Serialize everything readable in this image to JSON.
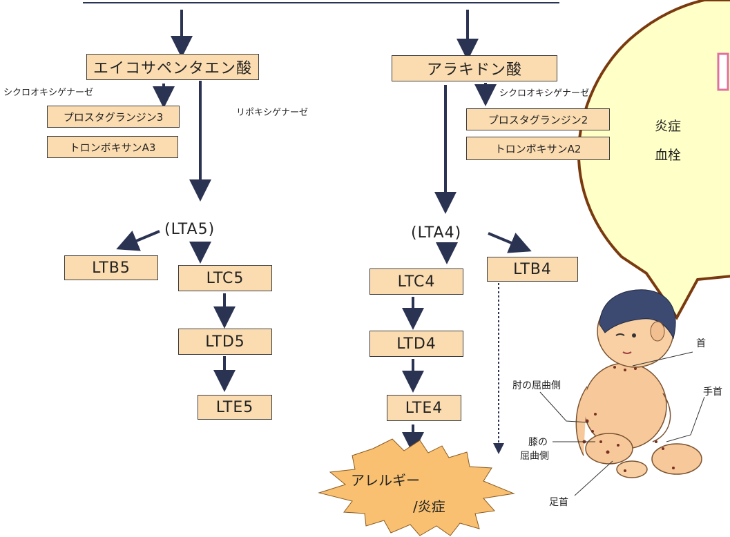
{
  "boxes": {
    "epa": "エイコサペンタエン酸",
    "aa": "アラキドン酸",
    "pg3": "プロスタグランジン3",
    "tx3": "トロンボキサンA3",
    "pg2": "プロスタグランジン2",
    "tx2": "トロンボキサンA2",
    "ltb5": "LTB5",
    "ltc5": "LTC5",
    "ltd5": "LTD5",
    "lte5": "LTE5",
    "ltc4": "LTC4",
    "ltd4": "LTD4",
    "lte4": "LTE4",
    "ltb4": "LTB4"
  },
  "labels": {
    "cox_left": "シクロオキシゲナーゼ",
    "cox_right": "シクロオキシゲナーゼ",
    "lipox": "リポキシゲナーゼ",
    "lta5": "(LTA5)",
    "lta4": "(LTA4)"
  },
  "starbursts": {
    "inflammation": "炎症",
    "thrombus": "血栓",
    "allergy_line1": "アレルギー",
    "allergy_line2": "/炎症"
  },
  "body_labels": {
    "neck": "首",
    "elbow": "肘の屈曲側",
    "wrist": "手首",
    "knee1": "膝の",
    "knee2": "屈曲側",
    "ankle": "足首"
  },
  "colors": {
    "box_fill": "#fbdcb0",
    "arrow": "#2b3352",
    "burst_fill": "#f8c070",
    "bubble_fill": "#ffffc8",
    "bubble_stroke": "#7a3a10"
  }
}
